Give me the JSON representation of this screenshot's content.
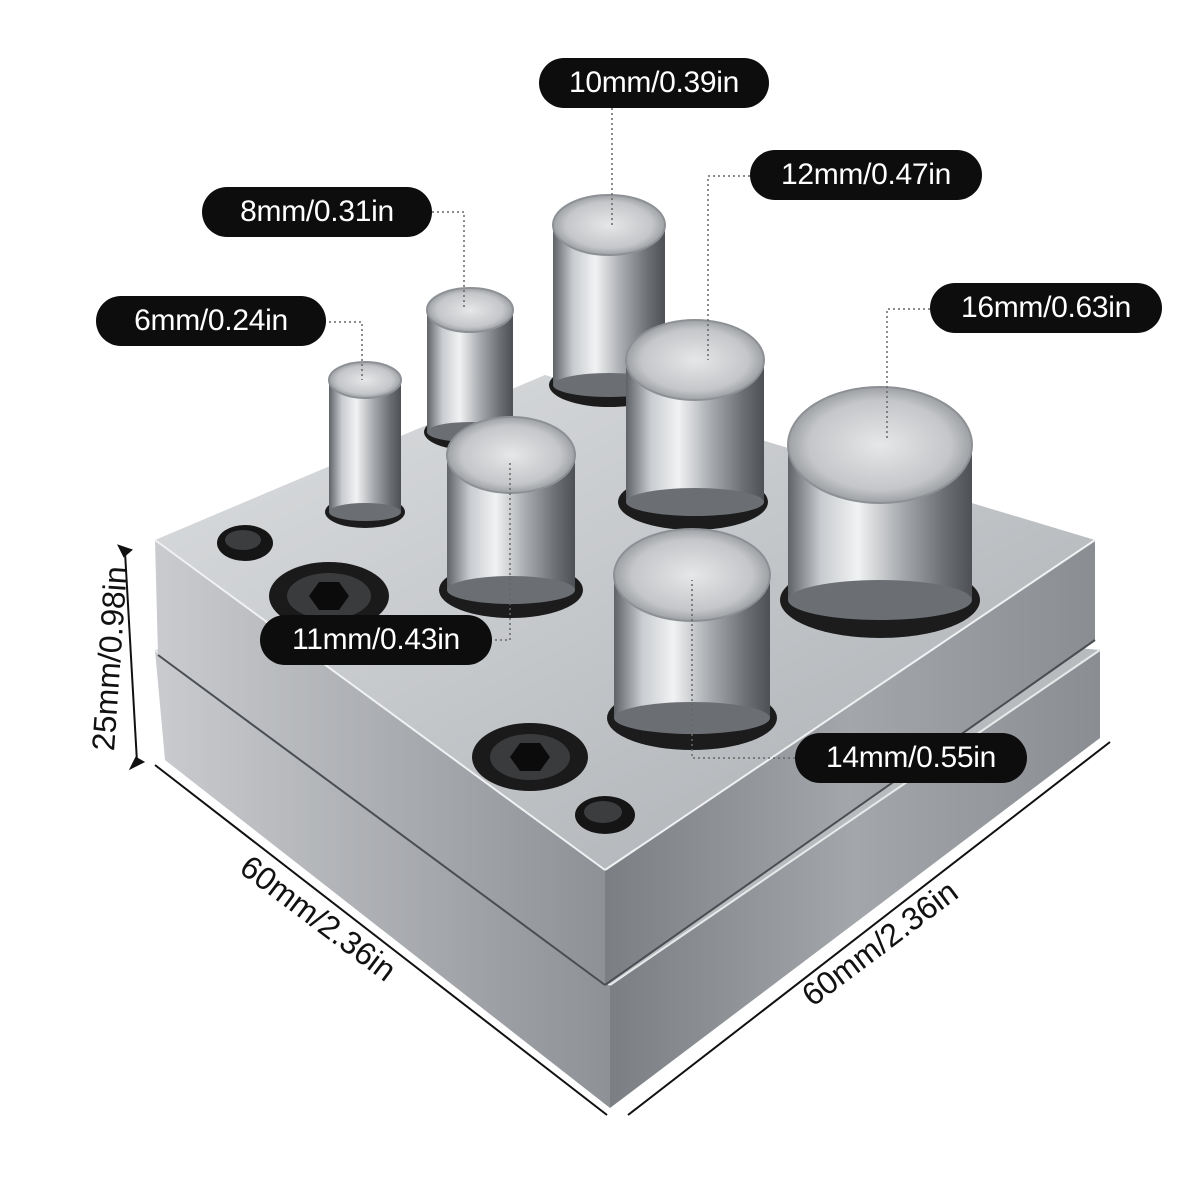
{
  "labels": {
    "d10": "10mm/0.39in",
    "d12": "12mm/0.47in",
    "d8": "8mm/0.31in",
    "d16": "16mm/0.63in",
    "d6": "6mm/0.24in",
    "d11": "11mm/0.43in",
    "d14": "14mm/0.55in"
  },
  "dimensions": {
    "height": "25mm/0.98in",
    "left_width": "60mm/2.36in",
    "right_width": "60mm/2.36in"
  },
  "colors": {
    "label_bg": "#0d0d0d",
    "label_text": "#ffffff",
    "steel_light": "#d9dbdd",
    "steel_dark": "#7d8084"
  }
}
